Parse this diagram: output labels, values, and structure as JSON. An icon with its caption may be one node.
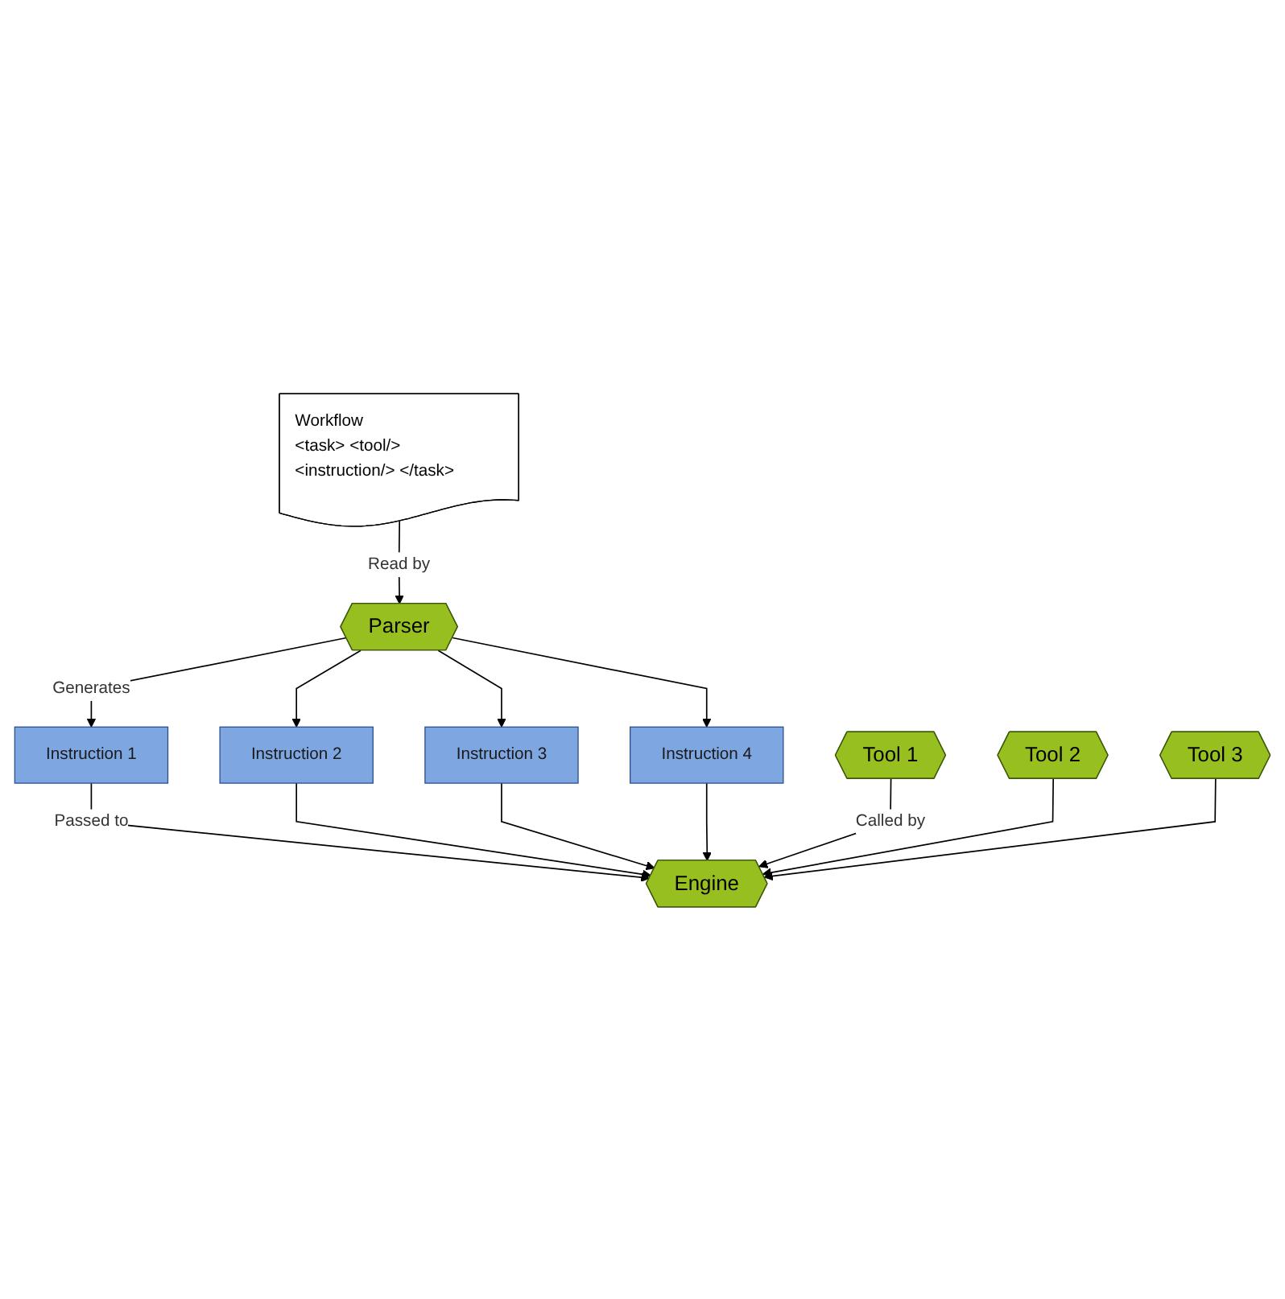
{
  "diagram": {
    "nodes": [
      {
        "text": [
          "Workflow",
          "<task> <tool/> <instruction/> </task>"
        ]
      },
      {
        "text": [
          "Parser"
        ]
      },
      {
        "text": [
          "Instruction 1"
        ]
      },
      {
        "text": [
          "Instruction 2"
        ]
      },
      {
        "text": [
          "Instruction 3"
        ]
      },
      {
        "text": [
          "Instruction 4"
        ]
      },
      {
        "text": [
          "Engine"
        ]
      },
      {
        "text": [
          "Tool 1"
        ]
      },
      {
        "text": [
          "Tool 2"
        ]
      },
      {
        "text": [
          "Tool 3"
        ]
      }
    ],
    "edges": [
      {
        "from": 0,
        "to": 1,
        "arrow": "to",
        "label": "Read by"
      },
      {
        "from": 1,
        "to": 2,
        "arrow": "to",
        "label": "Generates"
      },
      {
        "from": 1,
        "to": 3,
        "arrow": "to"
      },
      {
        "from": 1,
        "to": 4,
        "arrow": "to"
      },
      {
        "from": 1,
        "to": 5,
        "arrow": "to"
      },
      {
        "from": 2,
        "to": 6,
        "arrow": "to",
        "label": "Passed to"
      },
      {
        "from": 3,
        "to": 6,
        "arrow": "to"
      },
      {
        "from": 4,
        "to": 6,
        "arrow": "to"
      },
      {
        "from": 5,
        "to": 6,
        "arrow": "to"
      },
      {
        "from": 7,
        "to": 6,
        "arrow": "to",
        "label": "Called by"
      },
      {
        "from": 8,
        "to": 6,
        "arrow": "to"
      },
      {
        "from": 9,
        "to": 6,
        "arrow": "to"
      }
    ]
  }
}
